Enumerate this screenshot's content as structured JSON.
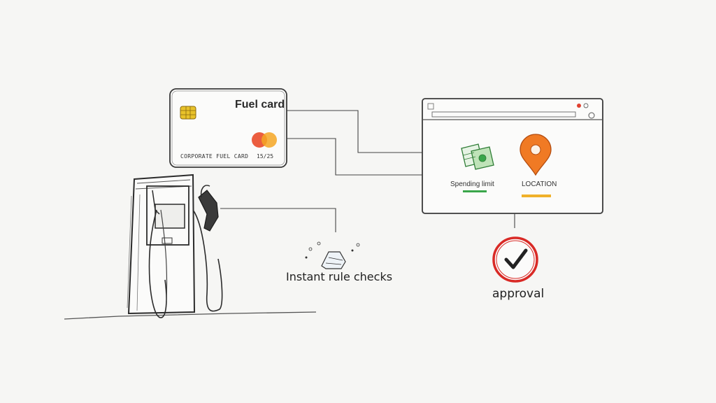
{
  "card": {
    "title": "Fuel card",
    "holder_text": "CORPORATE FUEL CARD",
    "expiry_text": "15/25"
  },
  "dashboard": {
    "spending_label": "Spending limit",
    "location_label": "LOCATION"
  },
  "rules": {
    "label": "Instant rule checks"
  },
  "approval": {
    "label": "approval"
  },
  "colors": {
    "chip": "#e8c22a",
    "mc_red": "#e94b2a",
    "mc_orange": "#f4a623",
    "pin": "#f07a24",
    "money": "#3aa64a",
    "approval_ring": "#d92a26",
    "ink": "#2b2b2b"
  },
  "icons": [
    "sim-chip-icon",
    "mastercard-logo-icon",
    "money-stack-icon",
    "location-pin-icon",
    "checkmark-icon",
    "gear-icon",
    "fuel-pump-icon",
    "fuel-nozzle-icon"
  ]
}
